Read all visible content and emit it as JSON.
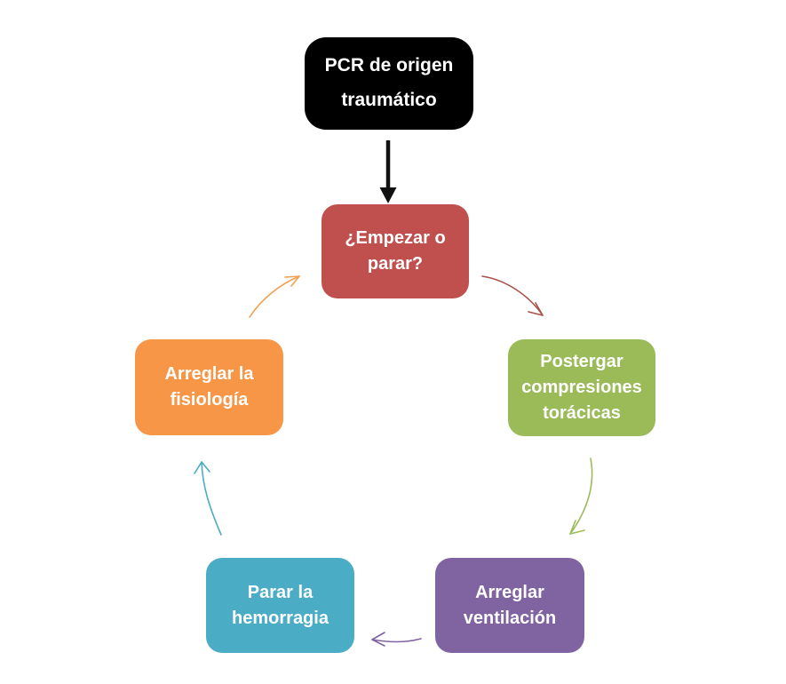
{
  "colors": {
    "background": "#ffffff",
    "connector_black": "#111111",
    "arrow_red": "#a9504c",
    "arrow_green": "#9bbb59",
    "arrow_purple": "#8064a2",
    "arrow_teal": "#4bacc6",
    "arrow_orange": "#f0a050"
  },
  "nodes": {
    "start": {
      "label": "PCR de origen\ntraumático",
      "bg": "#000000",
      "text": "#ffffff"
    },
    "decision": {
      "label": "¿Empezar o\nparar?",
      "bg": "#c0504d",
      "text": "#ffffff"
    },
    "postpone": {
      "label": "Postergar\ncompresiones\ntorácicas",
      "bg": "#9bbb59",
      "text": "#ffffff"
    },
    "ventilation": {
      "label": "Arreglar\nventilación",
      "bg": "#8064a2",
      "text": "#ffffff"
    },
    "hemorrhage": {
      "label": "Parar la\nhemorragia",
      "bg": "#4bacc6",
      "text": "#ffffff"
    },
    "physiology": {
      "label": "Arreglar la\nfisiología",
      "bg": "#f79646",
      "text": "#ffffff"
    }
  }
}
